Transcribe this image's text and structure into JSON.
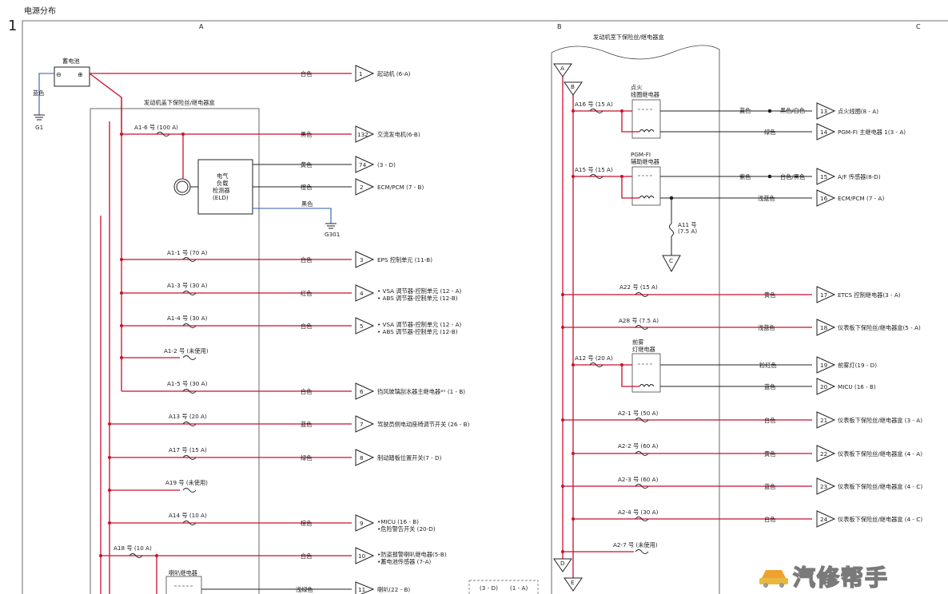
{
  "page": {
    "title": "电源分布",
    "page_number": "1",
    "columns": [
      "A",
      "B",
      "C"
    ]
  },
  "battery": {
    "label": "蓄电池",
    "minus": "⊖",
    "plus": "⊕",
    "ground_color": "蓝色",
    "ground_label": "G1"
  },
  "box_a": {
    "title": "发动机盖下保险丝/继电器盒"
  },
  "box_b": {
    "title": "发动机室下保险丝/继电器盒"
  },
  "eld": {
    "lines": [
      "电气",
      "负载",
      "检测器",
      "(ELD)"
    ],
    "ground_color": "黑色",
    "ground_label": "G301"
  },
  "left_circuits": [
    {
      "fuse": "",
      "color": "白色",
      "num": "1",
      "dest": [
        "起动机 (6-A)"
      ]
    },
    {
      "fuse": "A1-6 号 (100 A)",
      "color": "黑色",
      "num": "132",
      "dest": [
        "交流发电机(6-B)"
      ]
    },
    {
      "fuse": "",
      "color": "黄色",
      "num": "74",
      "dest": [
        "(3 - D)"
      ]
    },
    {
      "fuse": "",
      "color": "橙色",
      "num": "2",
      "dest": [
        "ECM/PCM (7 - B)"
      ]
    },
    {
      "fuse": "A1-1 号 (70 A)",
      "color": "白色",
      "num": "3",
      "dest": [
        "EPS 控制单元 (11-B)"
      ]
    },
    {
      "fuse": "A1-3 号 (30 A)",
      "color": "红色",
      "num": "4",
      "dest": [
        "• VSA 调节器-控制单元 (12 - A)",
        "• ABS 调节器-控制单元 (12-B)"
      ]
    },
    {
      "fuse": "A1-4 号 (30 A)",
      "color": "白色",
      "num": "5",
      "dest": [
        "• VSA 调节器-控制单元 (12 - A)",
        "• ABS 调节器-控制单元 (12-B)"
      ]
    },
    {
      "fuse": "A1-2 号 (未使用)",
      "color": "",
      "num": "",
      "dest": []
    },
    {
      "fuse": "A1-5 号 (30 A)",
      "color": "白色",
      "num": "6",
      "dest": [
        "挡风玻璃刮水器主继电器*¹ (1 - B)"
      ]
    },
    {
      "fuse": "A13 号 (20 A)",
      "color": "蓝色",
      "num": "7",
      "dest": [
        "驾驶员侧电动座椅调节开关 (26 - B)"
      ]
    },
    {
      "fuse": "A17 号 (15 A)",
      "color": "绿色",
      "num": "8",
      "dest": [
        "制动踏板位置开关(7 - D)"
      ]
    },
    {
      "fuse": "A19 号 (未使用)",
      "color": "",
      "num": "",
      "dest": []
    },
    {
      "fuse": "A14 号 (10 A)",
      "color": "棕色",
      "num": "9",
      "dest": [
        "•MICU (16 - B)",
        "•危险警告开关 (20-D)"
      ]
    },
    {
      "fuse": "A18 号 (10 A)",
      "color": "白色",
      "num": "10",
      "dest": [
        "•防盗报警喇叭继电器(5-B)",
        "•蓄电池传感器 (7-A)"
      ]
    },
    {
      "fuse": "",
      "color": "浅绿色",
      "num": "11",
      "dest": [
        "喇叭(22 - B)"
      ]
    }
  ],
  "horn_relay": {
    "label": "喇叭继电器"
  },
  "ref_boxes": [
    "(3 - D)",
    "(1 - A)"
  ],
  "relays_b": [
    {
      "lines": [
        "点火",
        "线圈继电器"
      ]
    },
    {
      "lines": [
        "PGM-FI",
        "辅助继电器"
      ]
    },
    {
      "lines": [
        "前雾",
        "灯继电器"
      ]
    }
  ],
  "right_circuits": [
    {
      "fuse": "A16 号 (15 A)",
      "color": "蓝色",
      "mid": "黑色/白色",
      "num": "13",
      "dest": "点火线圈(8 - A)"
    },
    {
      "fuse": "",
      "color": "绿色",
      "mid": "",
      "num": "14",
      "dest": "PGM-FI 主继电器 1(3 - A)"
    },
    {
      "fuse": "A15 号 (15 A)",
      "color": "紫色",
      "mid": "白色/黑色",
      "num": "15",
      "dest": "A/F 传感器(8-D)"
    },
    {
      "fuse": "",
      "color": "浅蓝色",
      "mid": "",
      "num": "16",
      "dest": "ECM/PCM (7 - A)"
    },
    {
      "fuse": "A22 号 (15 A)",
      "color": "黄色",
      "mid": "",
      "num": "17",
      "dest": "ETCS 控制继电器(3 - A)"
    },
    {
      "fuse": "A28 号 (7.5 A)",
      "color": "浅蓝色",
      "mid": "",
      "num": "18",
      "dest": "仪表板下保险丝/继电器盒(5 - A)"
    },
    {
      "fuse": "A12 号 (20 A)",
      "color": "粉红色",
      "mid": "",
      "num": "19",
      "dest": "前雾灯(19 - D)"
    },
    {
      "fuse": "",
      "color": "蓝色",
      "mid": "",
      "num": "20",
      "dest": "MICU (16 - B)"
    },
    {
      "fuse": "A2-1 号 (50 A)",
      "color": "白色",
      "mid": "",
      "num": "21",
      "dest": "仪表板下保险丝/继电器盒 (3 - A)"
    },
    {
      "fuse": "A2-2 号 (60 A)",
      "color": "黄色",
      "mid": "",
      "num": "22",
      "dest": "仪表板下保险丝/继电器盒 (4 - A)"
    },
    {
      "fuse": "A2-3 号 (60 A)",
      "color": "蓝色",
      "mid": "",
      "num": "23",
      "dest": "仪表板下保险丝/继电器盒 (4 - C)"
    },
    {
      "fuse": "A2-4 号 (30 A)",
      "color": "白色",
      "mid": "",
      "num": "24",
      "dest": "仪表板下保险丝/继电器盒 (4 - C)"
    },
    {
      "fuse": "A2-7 号 (未使用)",
      "color": "",
      "mid": "",
      "num": "",
      "dest": ""
    }
  ],
  "a11_fuse": {
    "line1": "A11 号",
    "line2": "(7.5 A)"
  },
  "connectors": {
    "a": "A",
    "b": "B",
    "c": "C",
    "d": "D",
    "e": "E"
  },
  "watermark": {
    "text": "汽修帮手"
  }
}
